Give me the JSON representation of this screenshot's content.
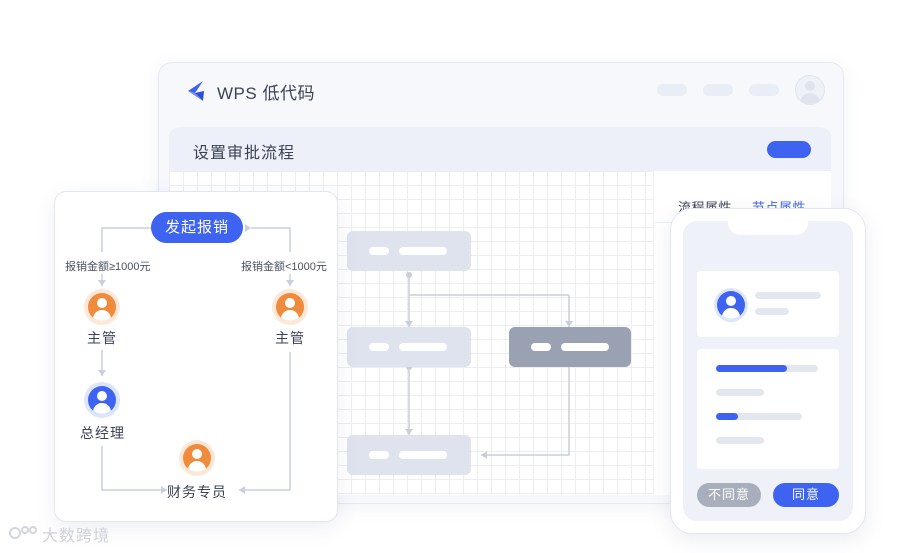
{
  "app": {
    "title": "WPS 低代码"
  },
  "header": {
    "title": "设置审批流程"
  },
  "props_panel": {
    "tabs": [
      "流程属性",
      "节点属性"
    ],
    "active_tab": "节点属性"
  },
  "flow_card": {
    "start_label": "发起报销",
    "condition_left": "报销金额≥1000元",
    "condition_right": "报销金额<1000元",
    "roles": {
      "manager_left": "主管",
      "general_manager": "总经理",
      "manager_right": "主管",
      "finance": "财务专员"
    }
  },
  "phone": {
    "reject_label": "不同意",
    "agree_label": "同意",
    "progress_1": 0.7,
    "progress_2": 0.26
  },
  "watermark": {
    "text": "大数跨境"
  },
  "colors": {
    "accent": "#3d63f0",
    "orange": "#f08a3c",
    "node": "#dfe3ee",
    "node_dark": "#9aa1b2"
  },
  "icons": {
    "logo": "wps-lowcode-logo-icon",
    "avatar": "user-avatar-icon"
  }
}
